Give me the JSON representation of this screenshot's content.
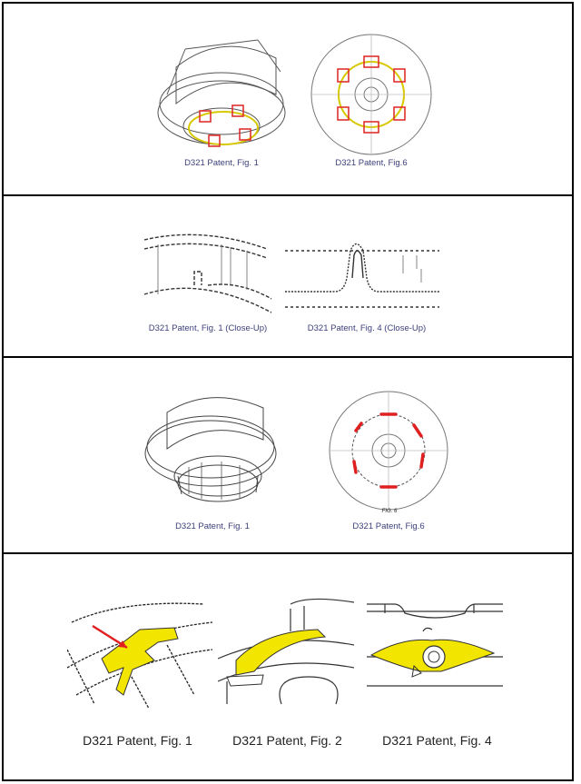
{
  "panel1": {
    "captions": [
      "D321 Patent, Fig. 1",
      "D321 Patent, Fig.6"
    ]
  },
  "panel2": {
    "captions": [
      "D321 Patent, Fig. 1 (Close-Up)",
      "D321 Patent, Fig. 4 (Close-Up)"
    ]
  },
  "panel3": {
    "fig_label": "FIG. 6",
    "captions": [
      "D321 Patent, Fig. 1",
      "D321 Patent, Fig.6"
    ]
  },
  "panel4": {
    "captions": [
      "D321 Patent, Fig. 1",
      "D321 Patent, Fig. 2",
      "D321 Patent, Fig. 4"
    ]
  },
  "colors": {
    "highlight_yellow": "#f2e600",
    "box_red": "#e03030",
    "caption_blue": "#3b3f7a"
  }
}
